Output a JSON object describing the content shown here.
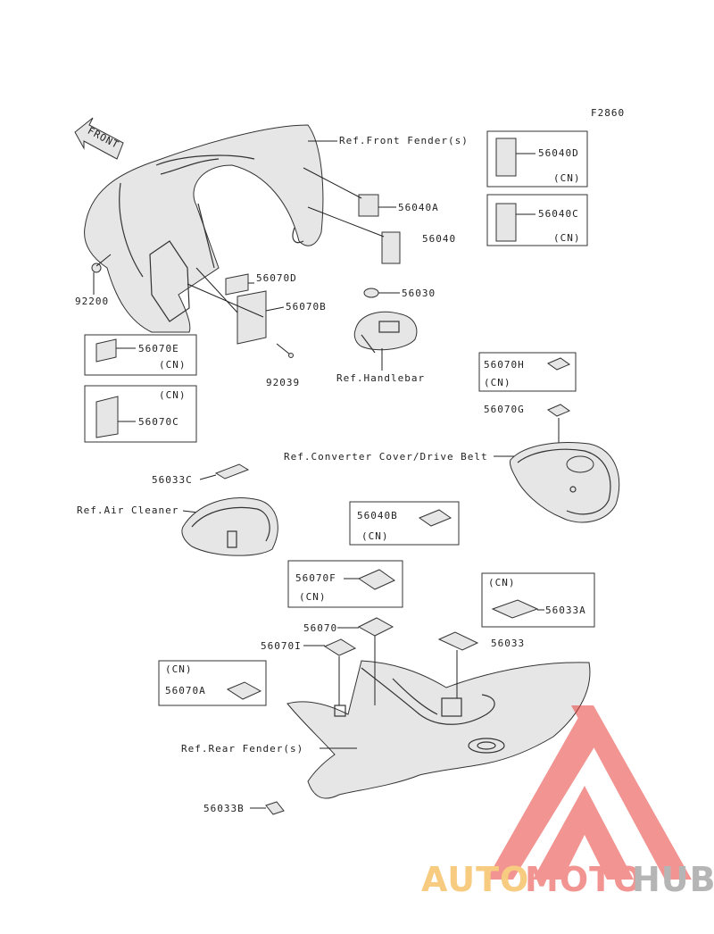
{
  "figure_id": "F2860",
  "front_arrow": "FRONT",
  "labels": {
    "ref_front_fender": "Ref.Front Fender(s)",
    "l56040a": "56040A",
    "l56040": "56040",
    "l56070d": "56070D",
    "l56070b": "56070B",
    "l92200": "92200",
    "l92039": "92039",
    "l56040d": "56040D",
    "l56040c": "56040C",
    "cn": "(CN)",
    "l56030": "56030",
    "ref_handlebar": "Ref.Handlebar",
    "l56070e": "56070E",
    "l56070c": "56070C",
    "l56070h": "56070H",
    "l56070g": "56070G",
    "ref_converter_cover": "Ref.Converter Cover/Drive Belt",
    "l56033c": "56033C",
    "ref_air_cleaner": "Ref.Air Cleaner",
    "l56040b": "56040B",
    "l56070f": "56070F",
    "l56033a": "56033A",
    "l56070": "56070",
    "l56070i": "56070I",
    "l56033": "56033",
    "l56070a": "56070A",
    "ref_rear_fender": "Ref.Rear Fender(s)",
    "l56033b": "56033B"
  },
  "watermark": {
    "part1": "AUTO",
    "part2": "MOTO",
    "part3": "HUB"
  },
  "colors": {
    "line": "#333333",
    "watermark_orange": "#f2a21a",
    "watermark_red": "#e8403a",
    "watermark_gray": "#7a7a7a"
  }
}
